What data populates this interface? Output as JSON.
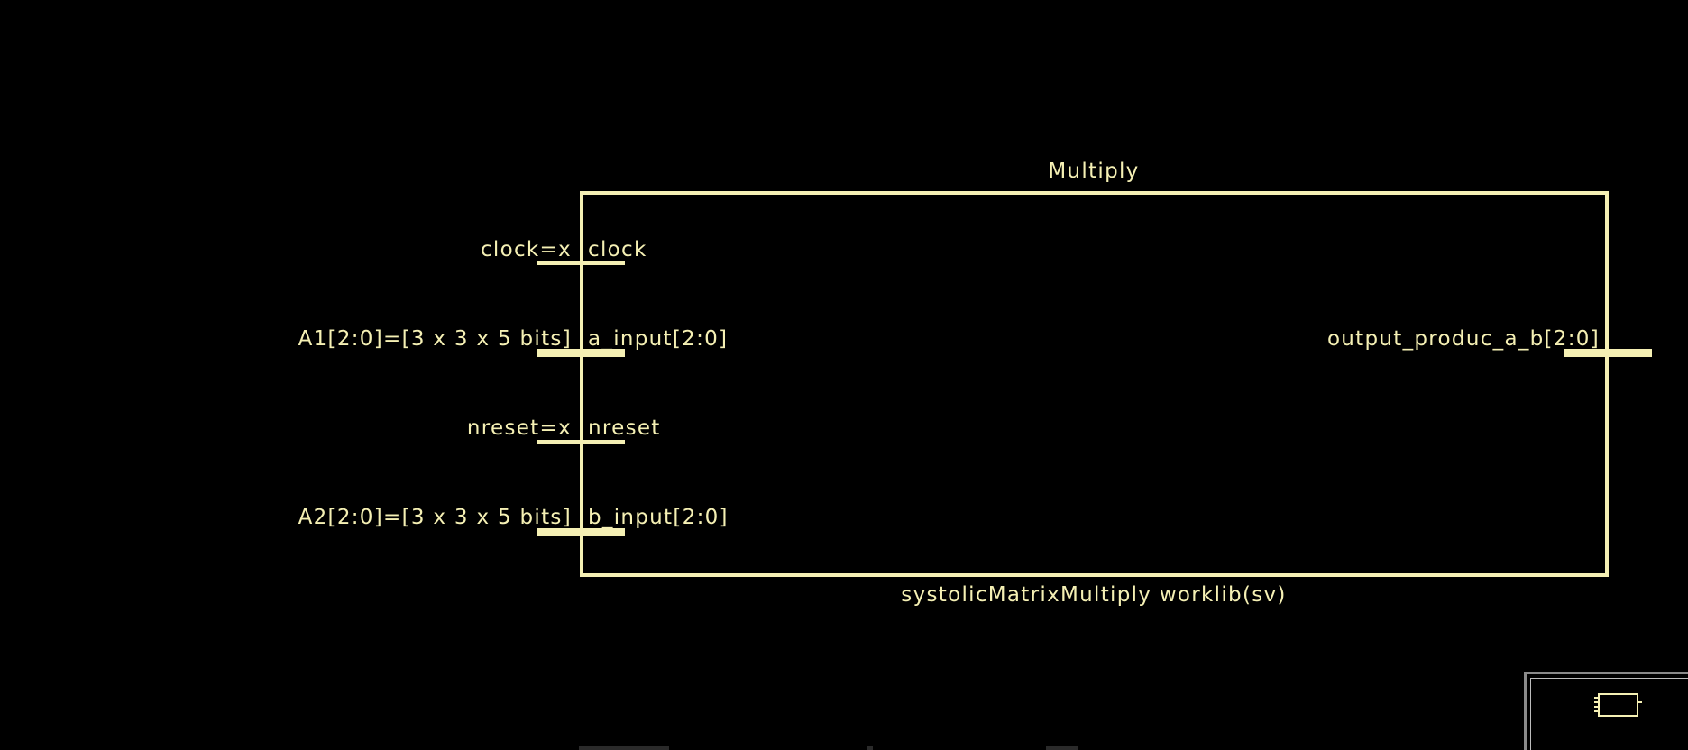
{
  "block": {
    "instance_name": "Multiply",
    "cell_name": "systolicMatrixMultiply worklib(sv)"
  },
  "input_ports": [
    {
      "net_label": "clock=x",
      "port_label": "clock",
      "bus": false
    },
    {
      "net_label": "A1[2:0]=[3 x 3 x 5 bits]",
      "port_label": "a_input[2:0]",
      "bus": true
    },
    {
      "net_label": "nreset=x",
      "port_label": "nreset",
      "bus": false
    },
    {
      "net_label": "A2[2:0]=[3 x 3 x 5 bits]",
      "port_label": "b_input[2:0]",
      "bus": true
    }
  ],
  "output_ports": [
    {
      "port_label": "output_produc_a_b[2:0]",
      "bus": true
    }
  ],
  "colors": {
    "background": "#000000",
    "schematic": "#f5f0b4",
    "navigator_border": "#8a8a8a"
  }
}
